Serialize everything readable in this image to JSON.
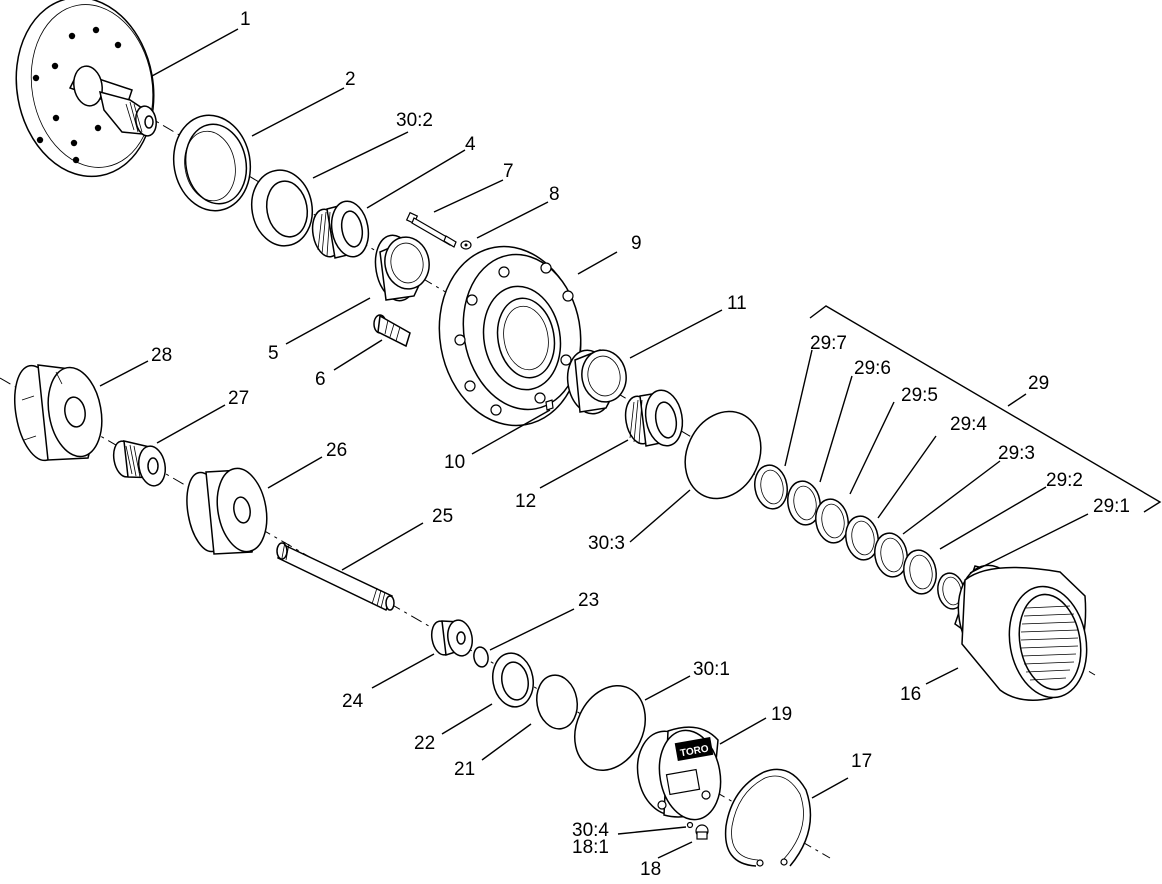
{
  "callouts": {
    "c1": "1",
    "c2": "2",
    "c30_2": "30:2",
    "c4": "4",
    "c7": "7",
    "c8": "8",
    "c9": "9",
    "c5": "5",
    "c6": "6",
    "c11": "11",
    "c10": "10",
    "c12": "12",
    "c28": "28",
    "c27": "27",
    "c26": "26",
    "c25": "25",
    "c29_7": "29:7",
    "c29_6": "29:6",
    "c29_5": "29:5",
    "c29_4": "29:4",
    "c29_3": "29:3",
    "c29_2": "29:2",
    "c29_1": "29:1",
    "c29": "29",
    "c30_3": "30:3",
    "c16": "16",
    "c23": "23",
    "c24": "24",
    "c22": "22",
    "c21": "21",
    "c30_1": "30:1",
    "c19": "19",
    "c17": "17",
    "c30_4": "30:4",
    "c18_1": "18:1",
    "c18": "18"
  },
  "cover_logo_text": "TORO"
}
